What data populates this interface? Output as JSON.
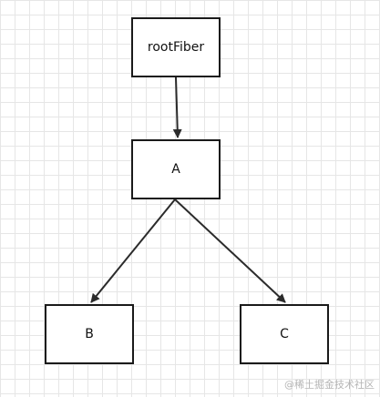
{
  "diagram": {
    "nodes": [
      {
        "id": "root",
        "label": "rootFiber"
      },
      {
        "id": "a",
        "label": "A"
      },
      {
        "id": "b",
        "label": "B"
      },
      {
        "id": "c",
        "label": "C"
      }
    ],
    "edges": [
      {
        "from": "root",
        "to": "a"
      },
      {
        "from": "a",
        "to": "b"
      },
      {
        "from": "a",
        "to": "c"
      }
    ],
    "line_color": "#2b2b2b",
    "grid_color": "#e6e6e6"
  },
  "watermark": "@稀土掘金技术社区"
}
